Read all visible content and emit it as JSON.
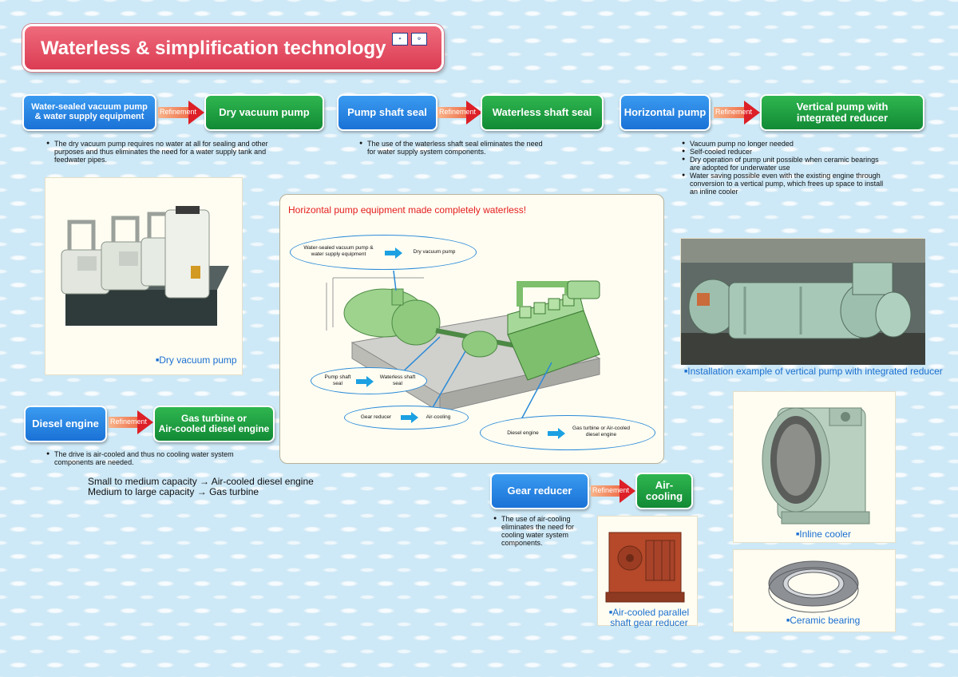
{
  "title": "Waterless & simplification technology",
  "logos": [
    "logo-a",
    "logo-b"
  ],
  "refinement_label": "Refinement",
  "flows": {
    "vacuum": {
      "from": "Water-sealed vacuum pump\n& water supply equipment",
      "to": "Dry vacuum pump",
      "notes": [
        "The dry vacuum pump requires no water at all for sealing and other purposes and thus eliminates the need for a water supply tank and feedwater pipes."
      ]
    },
    "seal": {
      "from": "Pump shaft seal",
      "to": "Waterless shaft seal",
      "notes": [
        "The use of the waterless shaft seal eliminates the need for water supply system components."
      ]
    },
    "pump": {
      "from": "Horizontal pump",
      "to": "Vertical pump with\nintegrated reducer",
      "notes": [
        "Vacuum pump no longer needed",
        "Self-cooled reducer",
        "Dry operation of pump unit possible when ceramic bearings are adopted for underwater use",
        "Water saving possible even with the existing engine through conversion to a vertical pump, which frees up space to install an inline cooler"
      ]
    },
    "engine": {
      "from": "Diesel engine",
      "to": "Gas turbine or\nAir-cooled diesel engine",
      "notes": [
        "The drive is air-cooled and thus no cooling water system components are needed."
      ]
    },
    "gear": {
      "from": "Gear reducer",
      "to": "Air-cooling",
      "notes": [
        "The use of air-cooling eliminates the need for cooling water system components."
      ]
    }
  },
  "capacity_lines": [
    "Small to medium capacity → Air-cooled diesel engine",
    "Medium to large capacity → Gas turbine"
  ],
  "captions": {
    "dry_vacuum": "Dry vacuum pump",
    "vertical_install": "Installation example of vertical pump with integrated reducer",
    "inline_cooler": "Inline cooler",
    "gear_reducer": "Air-cooled parallel\nshaft gear reducer",
    "ceramic_bearing": "Ceramic bearing"
  },
  "panel": {
    "title": "Horizontal pump equipment made completely waterless!",
    "callouts": {
      "vacuum_from": "Water-sealed vacuum pump &\nwater supply equipment",
      "vacuum_to": "Dry vacuum pump",
      "seal_from": "Pump shaft\nseal",
      "seal_to": "Waterless shaft\nseal",
      "gear_from": "Gear reducer",
      "gear_to": "Air-cooling",
      "engine_from": "Diesel engine",
      "engine_to": "Gas turbine or Air-cooled\ndiesel engine"
    }
  },
  "colors": {
    "title_bg": "#db3c53",
    "blue_box": "#1a72d6",
    "green_box": "#128a35",
    "arrow_head": "#dd1f27",
    "caption": "#1a6fd0",
    "panel_title": "#e41d1d",
    "background": "#cde8f6"
  }
}
